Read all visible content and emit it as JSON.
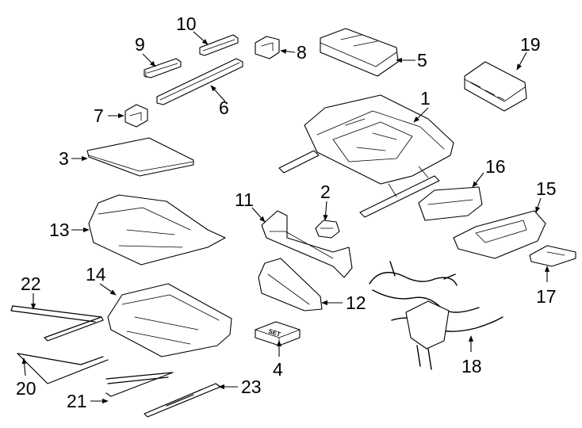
{
  "callouts": {
    "c1": "1",
    "c2": "2",
    "c3": "3",
    "c4": "4",
    "c5": "5",
    "c6": "6",
    "c7": "7",
    "c8": "8",
    "c9": "9",
    "c10": "10",
    "c11": "11",
    "c12": "12",
    "c13": "13",
    "c14": "14",
    "c15": "15",
    "c16": "16",
    "c17": "17",
    "c18": "18",
    "c19": "19",
    "c20": "20",
    "c21": "21",
    "c22": "22",
    "c23": "23"
  },
  "set_label": "SET"
}
